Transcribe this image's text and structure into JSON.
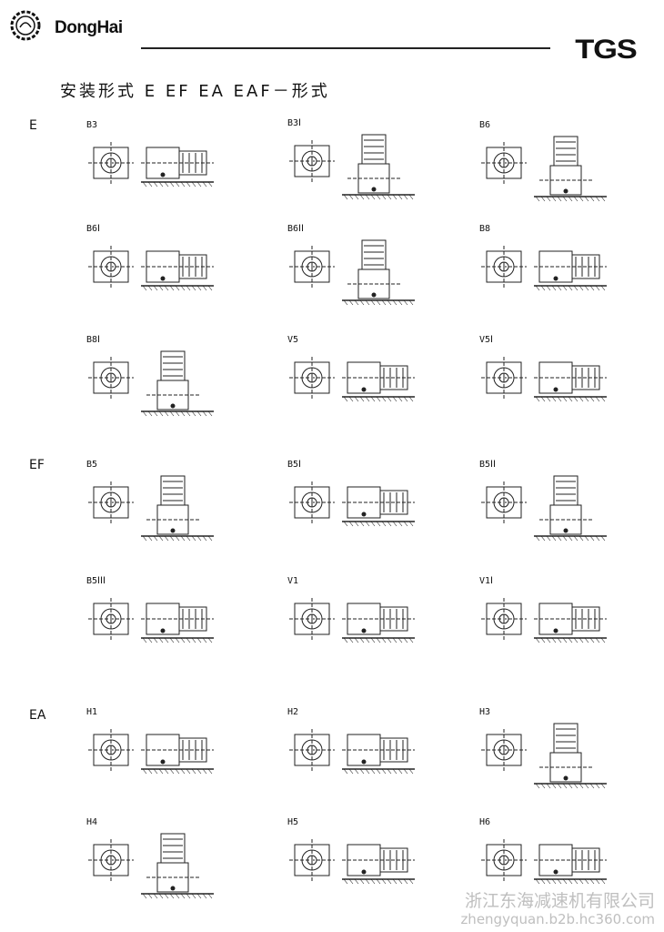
{
  "header": {
    "logo_text": "DongHai",
    "brand_right": "TGS",
    "title": "安装形式  E EF EA EAF－形式"
  },
  "sections": [
    {
      "label": "E",
      "cells": [
        "B3",
        "B3Ⅰ",
        "B6",
        "B6Ⅰ",
        "B6ⅠⅠ",
        "B8",
        "B8Ⅰ",
        "V5",
        "V5Ⅰ"
      ]
    },
    {
      "label": "EF",
      "cells": [
        "B5",
        "B5Ⅰ",
        "B5ⅠⅠ",
        "B5ⅠⅠⅠ",
        "V1",
        "V1Ⅰ"
      ]
    },
    {
      "label": "EA",
      "cells": [
        "H1",
        "H2",
        "H3",
        "H4",
        "H5",
        "H6"
      ]
    }
  ],
  "watermark": {
    "line1": "浙江东海减速机有限公司",
    "line2": "zhengyquan.b2b.hc360.com"
  }
}
